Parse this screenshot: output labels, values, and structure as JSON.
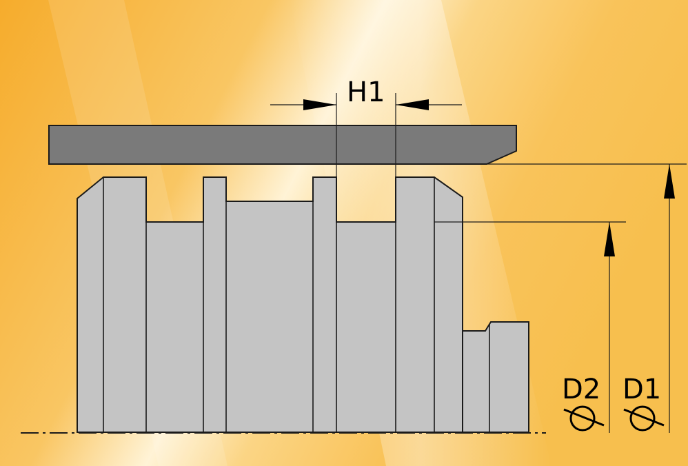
{
  "labels": {
    "h1": "H1",
    "d2": "D2",
    "d1": "D1"
  },
  "colors": {
    "background_light": "#fff6dd",
    "background_dark": "#f6ad2e",
    "part_fill": "#c4c4c4",
    "plate_fill": "#7a7a7a",
    "line": "#1a1a1a"
  },
  "icons": {
    "d2_symbol": "diameter-icon",
    "d1_symbol": "diameter-icon"
  }
}
